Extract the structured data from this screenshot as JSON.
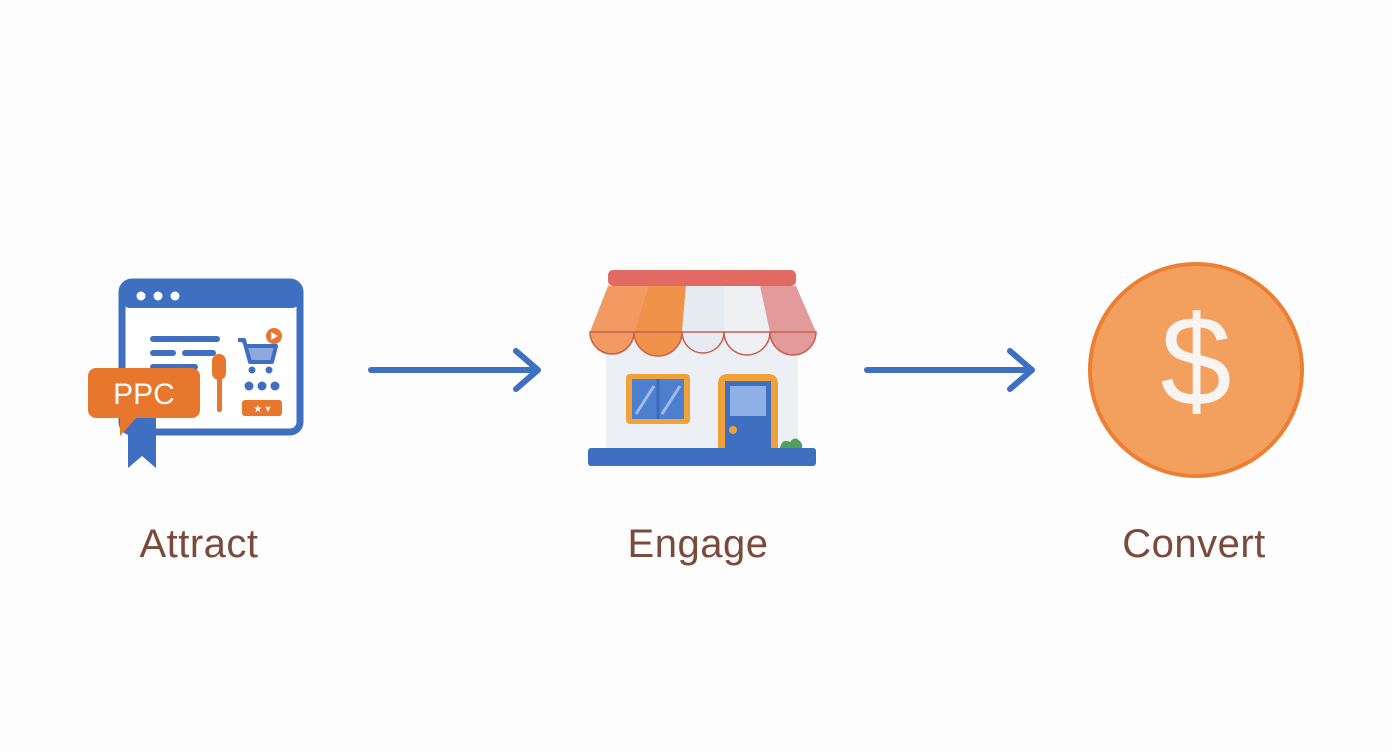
{
  "diagram": {
    "type": "process-flow",
    "stages": [
      {
        "id": "attract",
        "label": "Attract",
        "icon": "ppc-browser-icon",
        "badge": "PPC"
      },
      {
        "id": "engage",
        "label": "Engage",
        "icon": "storefront-icon"
      },
      {
        "id": "convert",
        "label": "Convert",
        "icon": "dollar-coin-icon",
        "symbol": "$"
      }
    ],
    "connectors": [
      {
        "from": "attract",
        "to": "engage",
        "icon": "arrow-right-icon"
      },
      {
        "from": "engage",
        "to": "convert",
        "icon": "arrow-right-icon"
      }
    ],
    "colors": {
      "blue": "#3f6fc0",
      "orange": "#e8772e",
      "coin": "#f3a05f",
      "label": "#7a4a3a",
      "awning_red": "#e26a63",
      "door_frame": "#f0a23a"
    }
  }
}
